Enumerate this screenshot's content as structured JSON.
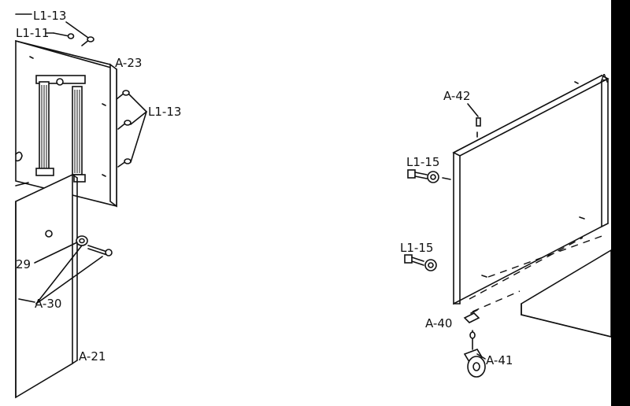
{
  "labels": {
    "l1_13_top": "L1-13",
    "l1_11": "L1-11",
    "a23": "A-23",
    "l1_13_right": "L1-13",
    "a29": "29",
    "a30": "A-30",
    "a21": "A-21",
    "a42": "A-42",
    "a_edge": "A",
    "l1_15_upper": "L1-15",
    "l1_15_lower": "L1-15",
    "a40": "A-40",
    "a41": "A-41"
  },
  "icons": [
    "screw-icon",
    "bolt-icon",
    "nut-icon",
    "caster-wheel-icon",
    "dowel-pin-icon"
  ]
}
